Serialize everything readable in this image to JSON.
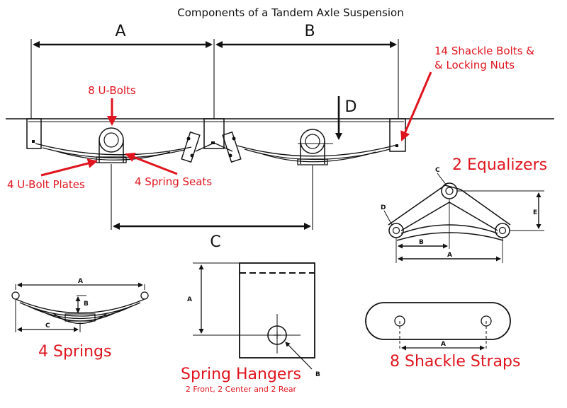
{
  "title": "Components of a Tandem Axle Suspension",
  "dimensions": {
    "a": "A",
    "b": "B",
    "c": "C",
    "d": "D"
  },
  "callouts": {
    "u_bolts": "8 U-Bolts",
    "shackle_bolts_line1": "14 Shackle Bolts &",
    "shackle_bolts_line2": "& Locking Nuts",
    "u_bolt_plates": "4 U-Bolt Plates",
    "spring_seats": "4 Spring Seats"
  },
  "equalizers": {
    "label": "2 Equalizers",
    "dims": [
      "C",
      "D",
      "E",
      "B",
      "A"
    ]
  },
  "springs": {
    "label": "4 Springs",
    "dims": [
      "A",
      "B",
      "C"
    ]
  },
  "spring_hangers": {
    "label": "Spring Hangers",
    "sublabel": "2 Front, 2 Center and 2 Rear",
    "dims": [
      "A",
      "B"
    ]
  },
  "shackle_straps": {
    "label": "8 Shackle Straps",
    "dims": [
      "A"
    ]
  },
  "colors": {
    "accent_red": "#e0141e",
    "line": "#111111"
  }
}
